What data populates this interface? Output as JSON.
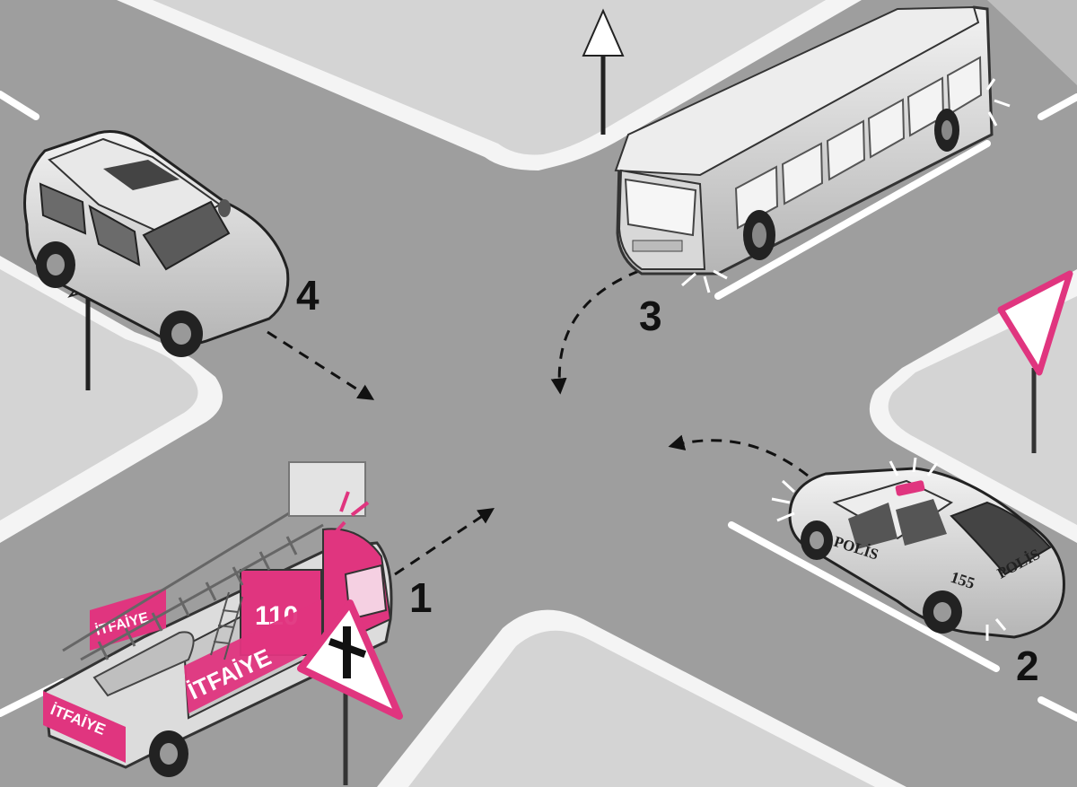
{
  "labels": {
    "fire_truck": "1",
    "police_car": "2",
    "bus": "3",
    "suv": "4"
  },
  "fire_truck": {
    "emergency_number": "110",
    "side_text_top": "İTFAİYE",
    "side_text_mid": "İTFAİYE",
    "side_text_bottom": "İTFAİYE"
  },
  "police_car": {
    "side_text": "POLİS",
    "rear_text": "POLİS",
    "unit_number": "155"
  },
  "signs": {
    "near_sign": "priority-road-crossing-sign",
    "far_right_sign": "yield-sign"
  },
  "colors": {
    "road": "#9e9e9e",
    "sidewalk": "#d6d6d6",
    "curb": "#f4f4f4",
    "accent_magenta": "#e0357f",
    "vehicle_body": "#e6e6e6"
  }
}
